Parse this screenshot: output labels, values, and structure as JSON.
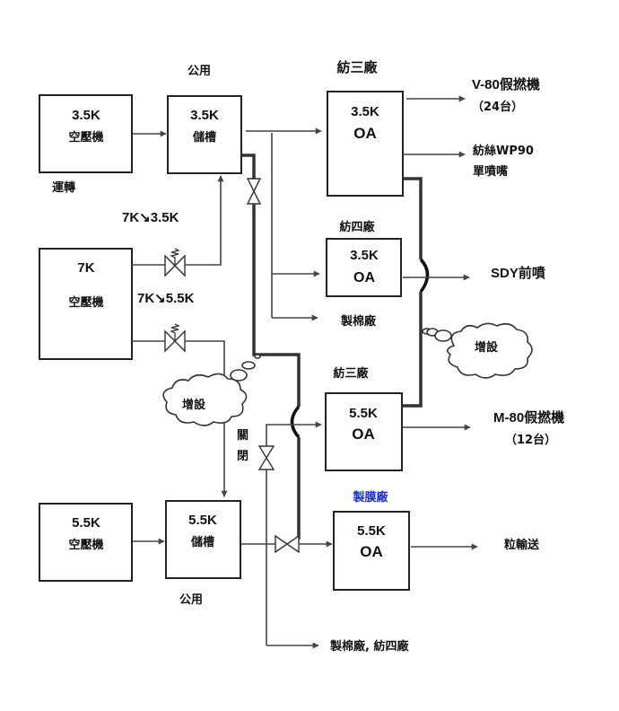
{
  "diagram": {
    "compressor_35": {
      "line1": "3.5K",
      "line2": "空壓機",
      "note": "運轉"
    },
    "tank_35": {
      "line1": "3.5K",
      "line2": "儲槽",
      "label": "公用"
    },
    "oa_35_f3": {
      "plant": "紡三廠",
      "line1": "3.5K",
      "line2": "OA"
    },
    "out_v80": {
      "line1": "V-80假撚機",
      "line2": "（24台）"
    },
    "out_wp90": {
      "line1": "紡絲WP90",
      "line2": "單噴嘴"
    },
    "reg_35": "7K↘3.5K",
    "reg_55": "7K↘5.5K",
    "compressor_7": {
      "line1": "7K",
      "line2": "空壓機"
    },
    "oa_35_f4": {
      "plant": "紡四廠",
      "line1": "3.5K",
      "line2": "OA"
    },
    "out_sdy": "SDY前噴",
    "out_cotton": "製棉廠",
    "cloud_right": "增設",
    "cloud_left": "增設",
    "closed_label": [
      "關",
      "閉"
    ],
    "oa_55_f3": {
      "plant": "紡三廠",
      "line1": "5.5K",
      "line2": "OA"
    },
    "out_m80": {
      "line1": "M-80假撚機",
      "line2": "（12台）"
    },
    "compressor_55": {
      "line1": "5.5K",
      "line2": "空壓機"
    },
    "tank_55": {
      "line1": "5.5K",
      "line2": "儲槽",
      "label": "公用"
    },
    "oa_55_film": {
      "plant": "製膜廠",
      "line1": "5.5K",
      "line2": "OA"
    },
    "out_pellet": "粒輸送",
    "out_cotton_f4": "製棉廠, 紡四廠",
    "colors": {
      "film_plant_label": "#1a2fc9",
      "line": "#444444"
    }
  }
}
